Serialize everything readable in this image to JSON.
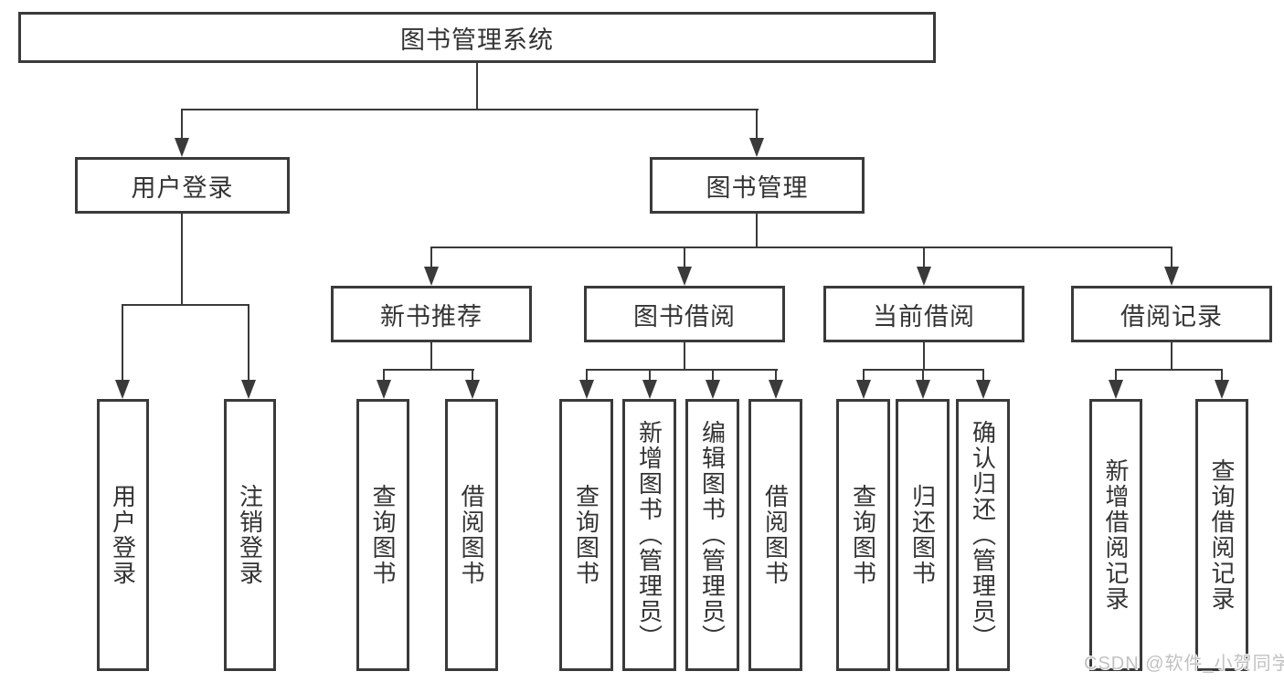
{
  "colors": {
    "line": "#3a3a3a",
    "text": "#333333",
    "watermark": "#c1c1c1",
    "background": "#ffffff"
  },
  "tree": {
    "root": {
      "label": "图书管理系统"
    },
    "branches": [
      {
        "label": "用户登录",
        "children": [
          "用户登录",
          "注销登录"
        ]
      },
      {
        "label": "图书管理",
        "sections": [
          {
            "label": "新书推荐",
            "children": [
              "查询图书",
              "借阅图书"
            ]
          },
          {
            "label": "图书借阅",
            "children": [
              "查询图书",
              "新增图书（管理员）",
              "编辑图书（管理员）",
              "借阅图书"
            ]
          },
          {
            "label": "当前借阅",
            "children": [
              "查询图书",
              "归还图书",
              "确认归还（管理员）"
            ]
          },
          {
            "label": "借阅记录",
            "children": [
              "新增借阅记录",
              "查询借阅记录"
            ]
          }
        ]
      }
    ]
  },
  "watermark": {
    "text": "CSDN @软件_小贺同学"
  }
}
